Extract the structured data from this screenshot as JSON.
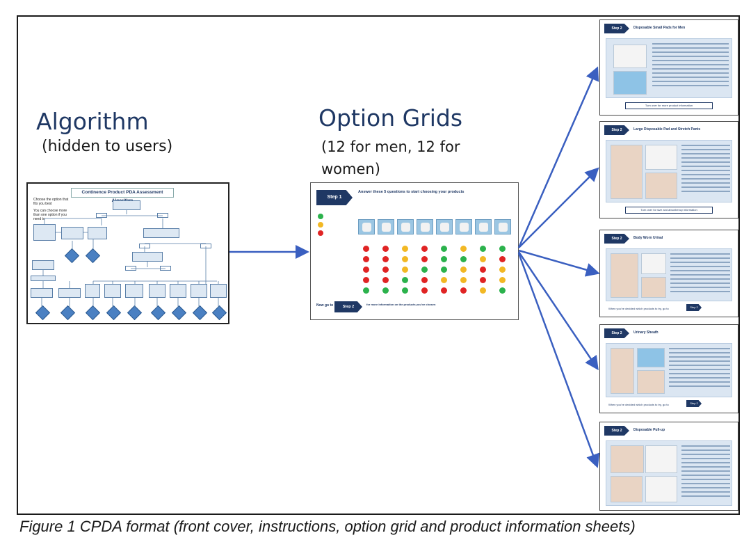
{
  "labels": {
    "algorithm_title": "Algorithm",
    "algorithm_sub": "(hidden to users)",
    "grid_title": "Option Grids",
    "grid_sub": "(12 for men, 12 for women)"
  },
  "caption": "Figure 1 CPDA format (front cover, instructions, option grid and product information sheets)",
  "algorithm": {
    "header": "Continence Product PDA Assessment Algorithm",
    "note1": "Choose the option that fits you best",
    "note2": "You can choose more than one option if you need to"
  },
  "grid": {
    "step": "Step 1",
    "question": "Answer these 5 questions to start choosing your products",
    "step2": "Step 2",
    "go": "Now go to",
    "more": "for more information on the products you've chosen"
  },
  "sheets": [
    {
      "step": "Step 2",
      "title": "Disposable Small Pads for Men",
      "button": "Turn over for more product information"
    },
    {
      "step": "Step 2",
      "title": "Large Disposable Pad and Stretch Pants",
      "button": "Turn over for size and absorbency information"
    },
    {
      "step": "Step 2",
      "title": "Body Worn Urinal",
      "footer": "When you've decided which products to try, go to"
    },
    {
      "step": "Step 2",
      "title": "Urinary Sheath",
      "footer": "When you've decided which products to try, go to"
    },
    {
      "step": "Step 2",
      "title": "Disposable Pull-up"
    }
  ],
  "colors": {
    "navy": "#1f3864",
    "arrow": "#3a5fc0",
    "green": "#2bb24c",
    "amber": "#f2b824",
    "red": "#e02424"
  }
}
